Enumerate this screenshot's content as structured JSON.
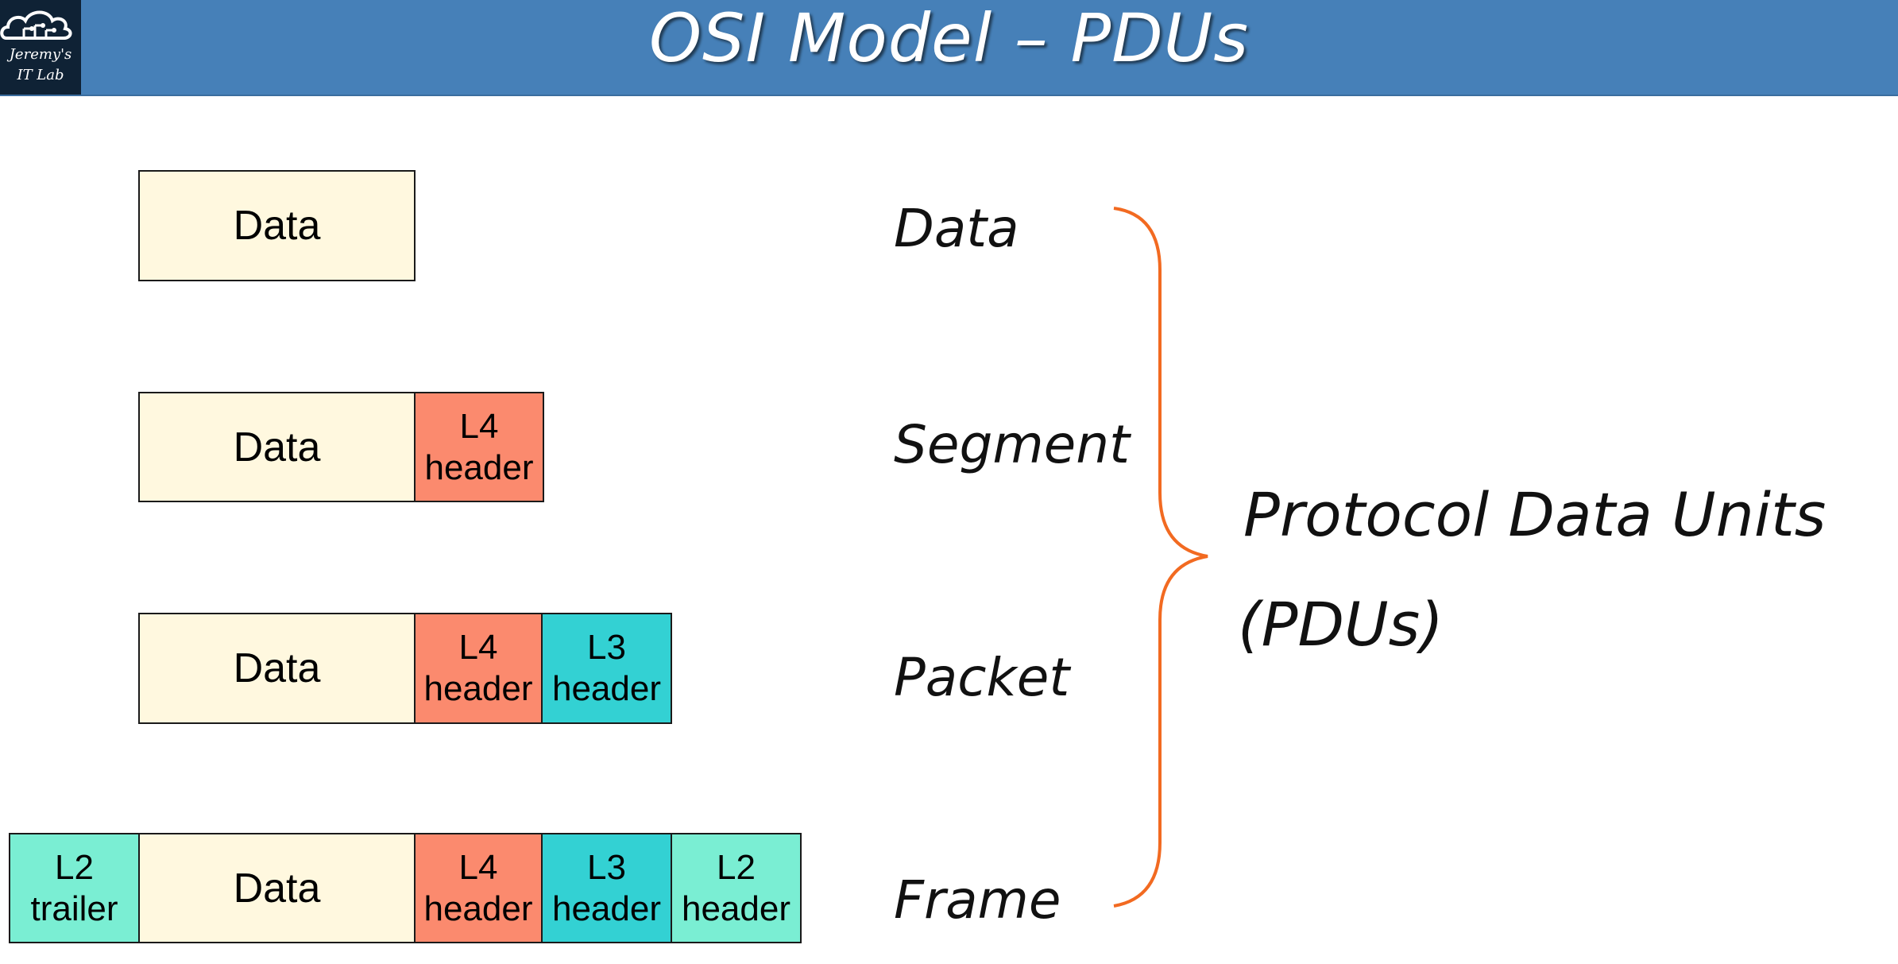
{
  "slide": {
    "title": "OSI Model – PDUs",
    "logo_line1": "Jeremy's",
    "logo_line2": "IT Lab"
  },
  "rows": [
    {
      "name": "Data",
      "cells": {
        "data": "Data"
      }
    },
    {
      "name": "Segment",
      "cells": {
        "data": "Data",
        "l4": "L4\nheader"
      }
    },
    {
      "name": "Packet",
      "cells": {
        "data": "Data",
        "l4": "L4\nheader",
        "l3": "L3\nheader"
      }
    },
    {
      "name": "Frame",
      "cells": {
        "l2_trailer": "L2\ntrailer",
        "data": "Data",
        "l4": "L4\nheader",
        "l3": "L3\nheader",
        "l2_header": "L2\nheader"
      }
    }
  ],
  "brace_label": {
    "line1": "Protocol Data Units",
    "line2": "(PDUs)"
  },
  "colors": {
    "header_bar": "#4680b8",
    "data": "#fff8df",
    "l4_header": "#fb8a6e",
    "l3_header": "#33d1d3",
    "l2": "#7aeed3",
    "brace": "#f26a21"
  }
}
